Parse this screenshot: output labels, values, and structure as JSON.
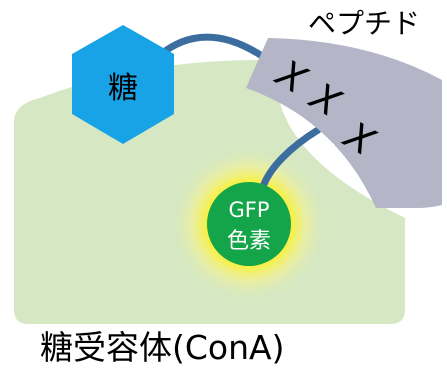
{
  "sugar": {
    "label": "糖",
    "color": "#18a3e6"
  },
  "peptide": {
    "title": "ペプチド",
    "residues": [
      "X",
      "X",
      "X"
    ],
    "color": "#b4b6c8"
  },
  "gfp": {
    "line1": "GFP",
    "line2": "色素",
    "color": "#14a44a",
    "glow_color": "#fff200"
  },
  "receptor": {
    "caption": "糖受容体(ConA)",
    "color": "#d5e8c3"
  },
  "linker_color": "#3b6d9e"
}
